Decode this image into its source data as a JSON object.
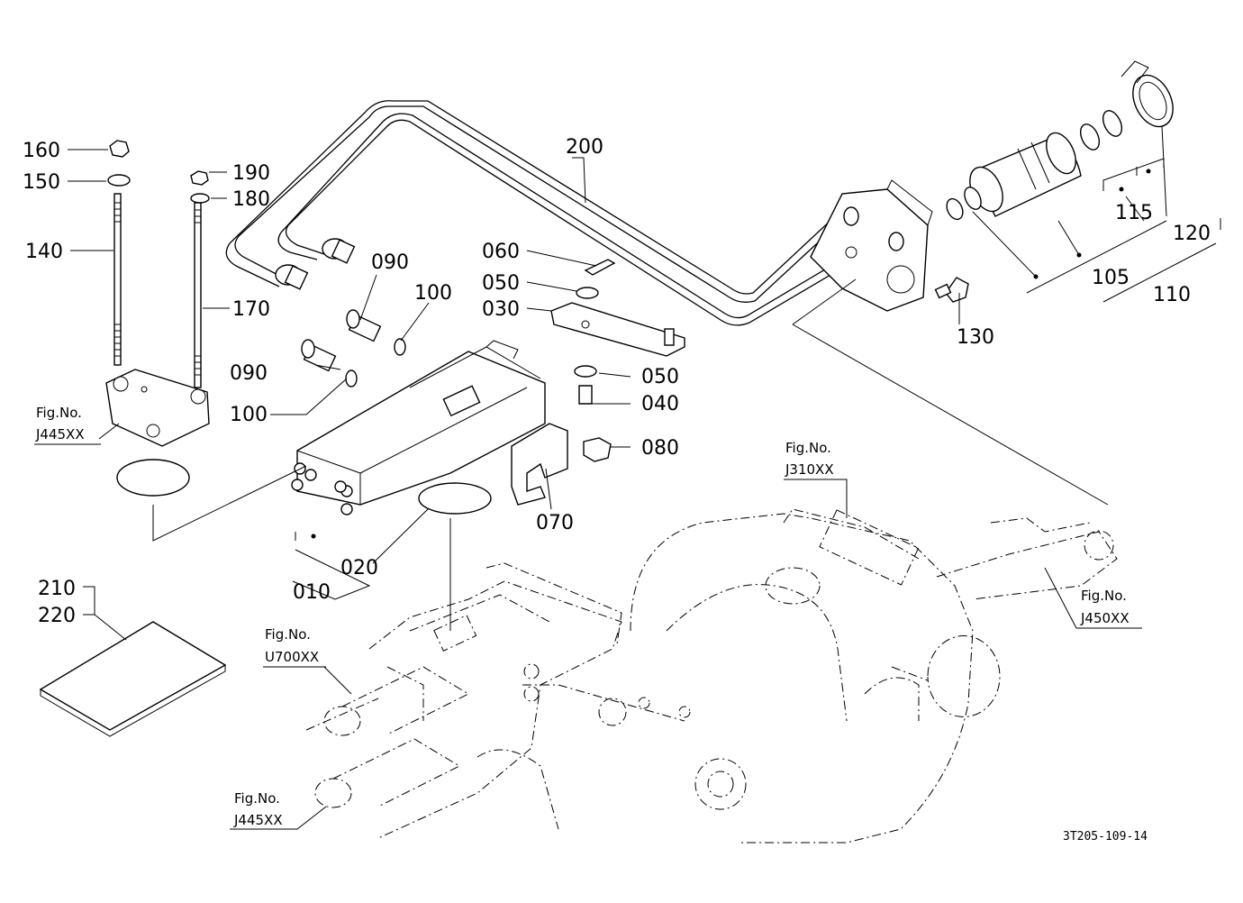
{
  "labels": {
    "p160": "160",
    "p150": "150",
    "p140": "140",
    "p190": "190",
    "p180": "180",
    "p170": "170",
    "p200": "200",
    "p090a": "090",
    "p090b": "090",
    "p100a": "100",
    "p100b": "100",
    "p060": "060",
    "p050a": "050",
    "p050b": "050",
    "p030": "030",
    "p040": "040",
    "p080": "080",
    "p070": "070",
    "p020": "020",
    "p010": "010",
    "p115": "115",
    "p120": "120",
    "p105": "105",
    "p110": "110",
    "p130": "130",
    "p210": "210",
    "p220": "220"
  },
  "figure_refs": {
    "fig_label": "Fig.No.",
    "j445_left": "J445XX",
    "j310": "J310XX",
    "j450": "J450XX",
    "u700": "U700XX",
    "j445_bottom": "J445XX"
  },
  "drawing_code": "3T205-109-14"
}
